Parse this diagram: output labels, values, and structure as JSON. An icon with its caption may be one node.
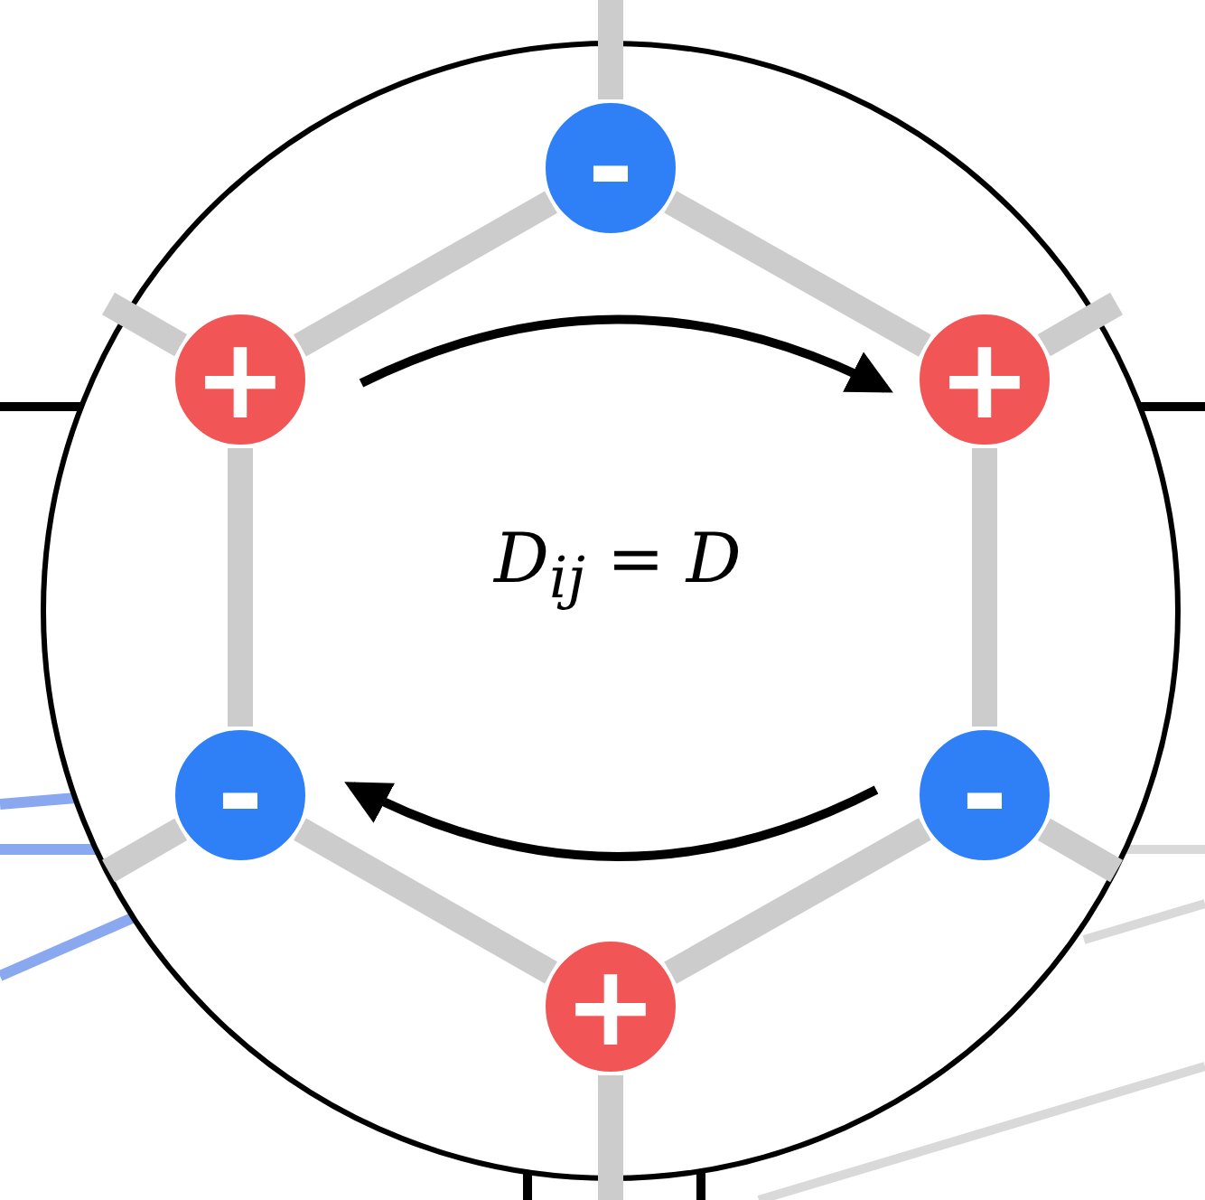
{
  "diagram": {
    "nodes": [
      {
        "text": [
          "-"
        ]
      },
      {
        "text": [
          "+"
        ]
      },
      {
        "text": [
          "+"
        ]
      },
      {
        "text": [
          "-"
        ]
      },
      {
        "text": [
          "-"
        ]
      },
      {
        "text": [
          "+"
        ]
      }
    ],
    "edges": [
      {
        "from": 0,
        "to": 1,
        "arrow": "none"
      },
      {
        "from": 0,
        "to": 2,
        "arrow": "none"
      },
      {
        "from": 1,
        "to": 3,
        "arrow": "none"
      },
      {
        "from": 2,
        "to": 4,
        "arrow": "none"
      },
      {
        "from": 3,
        "to": 5,
        "arrow": "none"
      },
      {
        "from": 4,
        "to": 5,
        "arrow": "none"
      },
      {
        "from": 0,
        "to": null,
        "arrow": "none"
      },
      {
        "from": 1,
        "to": null,
        "arrow": "none"
      },
      {
        "from": 2,
        "to": null,
        "arrow": "none"
      },
      {
        "from": 3,
        "to": null,
        "arrow": "none"
      },
      {
        "from": 4,
        "to": null,
        "arrow": "none"
      },
      {
        "from": 5,
        "to": null,
        "arrow": "none"
      },
      {
        "from": 1,
        "to": 2,
        "arrow": "to",
        "color": "#000000"
      },
      {
        "from": 4,
        "to": 3,
        "arrow": "to",
        "color": "#000000"
      }
    ],
    "labels": [
      "D$_{ij}$ = D"
    ]
  }
}
